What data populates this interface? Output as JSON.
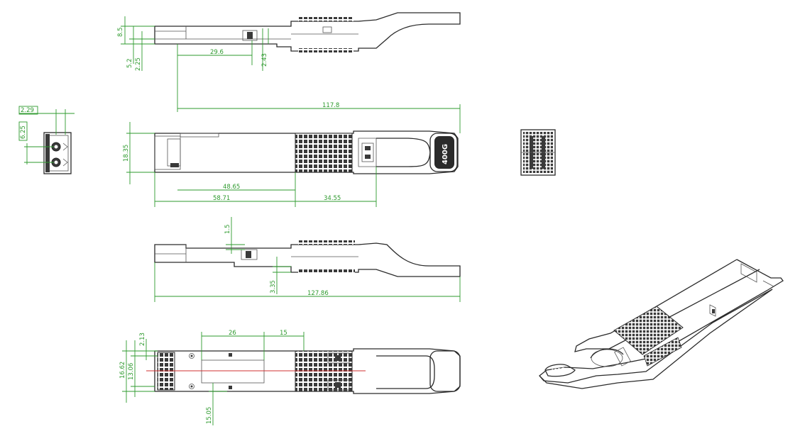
{
  "drawing": {
    "product_label": "400G",
    "iso_label": "400G",
    "colors": {
      "outline": "#2a2a2a",
      "dimension": "#2e9a2e",
      "centerline": "#d03030"
    },
    "top_view": {
      "dim_v1": "8.5",
      "dim_v2": "5.2",
      "dim_v3": "2.25",
      "dim_length": "29.6",
      "dim_right": "2.43"
    },
    "front_view": {
      "dim_width": "2.29",
      "dim_height": "6.25"
    },
    "plan_view": {
      "dim_total": "117.8",
      "dim_height": "18.35",
      "dim_inner": "48.65",
      "dim_left": "58.71",
      "dim_right": "34.55"
    },
    "side_view": {
      "dim_top": "1.5",
      "dim_bottom": "3.35",
      "dim_total": "127.86"
    },
    "bottom_view": {
      "dim_a": "26",
      "dim_b": "15",
      "dim_c": "2.13",
      "dim_h1": "16.62",
      "dim_h2": "13.06",
      "dim_d": "15.05"
    }
  }
}
